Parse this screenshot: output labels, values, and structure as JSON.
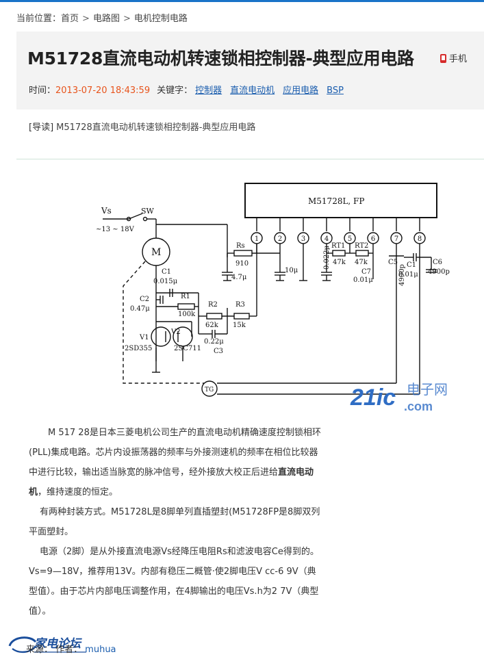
{
  "breadcrumb": {
    "label": "当前位置：",
    "items": [
      "首页",
      "电路图",
      "电机控制电路"
    ],
    "separator": ">"
  },
  "article": {
    "title": "M51728直流电动机转速锁相控制器-典型应用电路",
    "time_label": "时间：",
    "time": "2013-07-20 18:43:59",
    "keywords_label": "关键字：",
    "keywords": [
      "控制器",
      "直流电动机",
      "应用电路",
      "BSP"
    ],
    "mobile_label": "手机",
    "lead_tag": "[导读]",
    "lead_text": "M51728直流电动机转速锁相控制器-典型应用电路",
    "paragraphs": [
      "M 517 28是日本三菱电机公司生产的直流电动机精确速度控制锁相环(PLL)集成电路。芯片内设振荡器的频率与外接测速机的频率在相位比较器中进行比较，输出适当脉宽的脉冲信号，经外接放大校正后进给",
      "直流电动机",
      "，维持速度的恒定。",
      "有两种封装方式。M51728L是8脚单列直插塑封(M51728FP是8脚双列平面塑封。",
      "电源（2脚）是从外接直流电源Vs经降压电阻Rs和滤波电容Ce得到的。Vs=9—18V，推荐用13V。内部有稳压二概管·使2脚电压V cc-6 9V（典型值）。由于芯片内部电压调整作用，在4脚输出的电压Vs.h为2 7V（典型值）。"
    ],
    "source_label": "来源：",
    "author_label": "作者：",
    "author": "muhua"
  },
  "figure": {
    "chip": "M51728L, FP",
    "pins": [
      "1",
      "2",
      "3",
      "4",
      "5",
      "6",
      "7",
      "8"
    ],
    "labels": {
      "vs": "Vs",
      "sw": "SW",
      "range": "~13 ~ 18V",
      "motor": "M",
      "rs": "Rs",
      "rs_val": "910",
      "c_rs": "4.7μ",
      "c2pin": "10μ",
      "c4pin": "0.022μ",
      "rt1": "RT1",
      "rt1_val": "47k",
      "rt2": "RT2",
      "rt2_val": "47k",
      "c7": "C7",
      "c7_val": "0.01μ",
      "c5": "C5",
      "c5_val": "4900p",
      "c1b": "C1",
      "c1b_val": "0.01μ",
      "c6": "C6",
      "c6_val": "4900p",
      "c1": "C1",
      "c1_val": "0.015μ",
      "c2": "C2",
      "c2_val": "0.47μ",
      "r1": "R1",
      "r1_val": "100k",
      "r2": "R2",
      "r2_val": "62k",
      "r3": "R3",
      "r3_val": "15k",
      "v1": "V1",
      "v1_part": "2SD355",
      "v2": "V2",
      "v2_part": "2SC711",
      "c3_val": "0.22μ",
      "c3": "C3",
      "tg": "TG"
    },
    "watermark_main": "21ic",
    "watermark_cn": "电子网",
    "watermark_dot": ".com"
  },
  "footer": {
    "logo_text": "家电论坛"
  },
  "colors": {
    "accent": "#1a73c8",
    "date": "#e8541c",
    "link": "#1a5dae",
    "watermark": "#2f6dc4"
  }
}
